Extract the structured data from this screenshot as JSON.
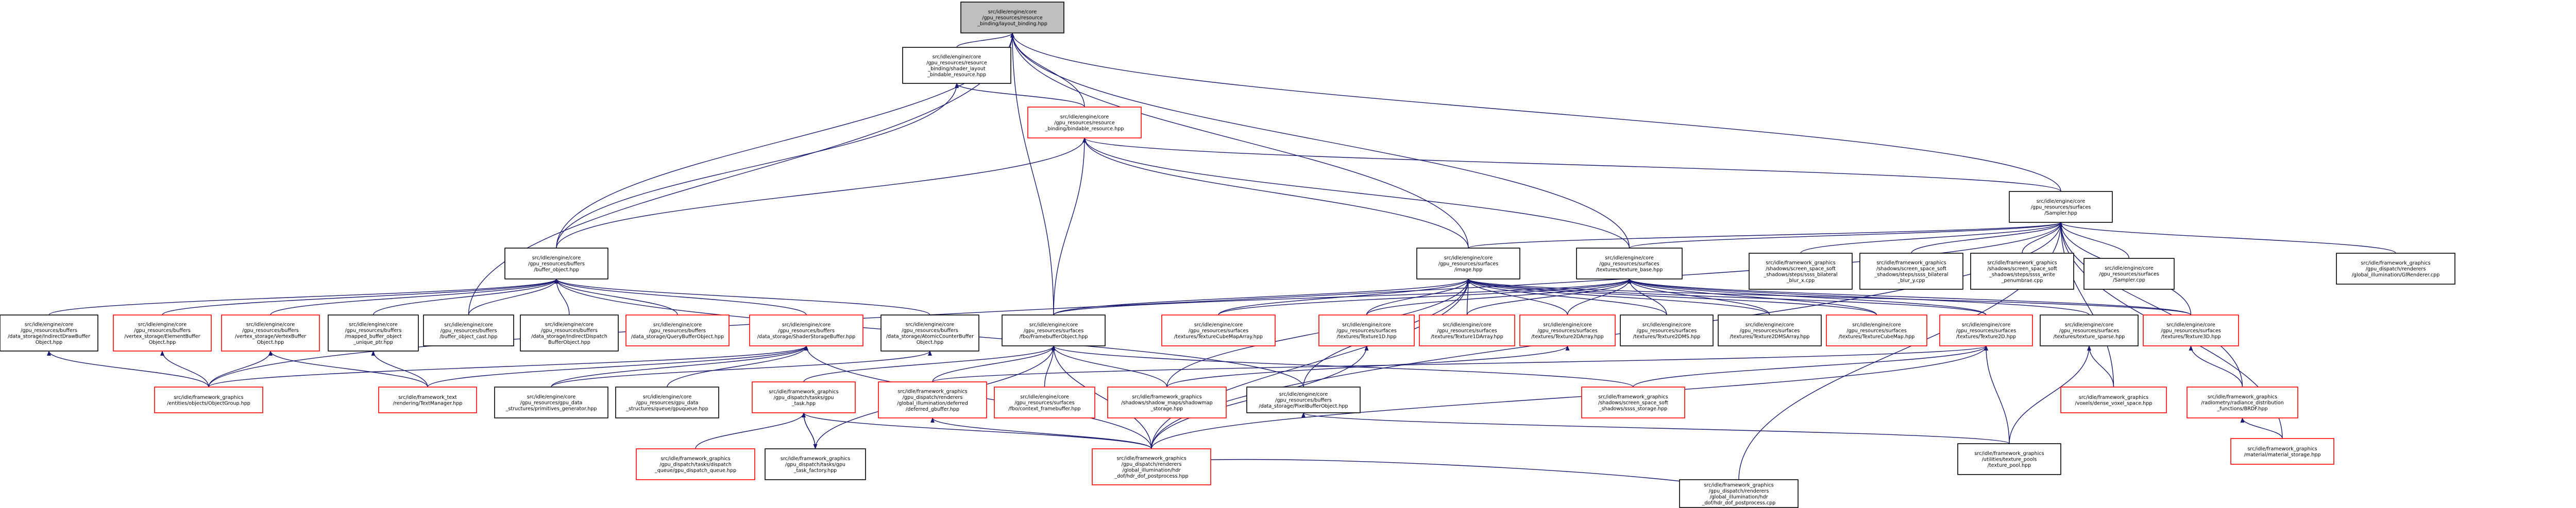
{
  "colors": {
    "edge": "#191970",
    "arrow": "#191970",
    "border_default": "#000000",
    "border_red": "#ff0000",
    "root_fill": "#bfbfbf",
    "node_fill": "#ffffff"
  },
  "nodes": [
    {
      "id": "root",
      "lines": [
        "src/idle/engine/core",
        "/gpu_resources/resource",
        "_binding/layout_binding.hpp"
      ],
      "style": "root"
    },
    {
      "id": "shader_layout",
      "lines": [
        "src/idle/engine/core",
        "/gpu_resources/resource",
        "_binding/shader_layout",
        "_bindable_resource.hpp"
      ],
      "style": "black"
    },
    {
      "id": "bindable",
      "lines": [
        "src/idle/engine/core",
        "/gpu_resources/resource",
        "_binding/bindable_resource.hpp"
      ],
      "style": "red"
    },
    {
      "id": "sampler_hpp",
      "lines": [
        "src/idle/engine/core",
        "/gpu_resources/surfaces",
        "/Sampler.hpp"
      ],
      "style": "black"
    },
    {
      "id": "buffer_object",
      "lines": [
        "src/idle/engine/core",
        "/gpu_resources/buffers",
        "/buffer_object.hpp"
      ],
      "style": "black"
    },
    {
      "id": "image_hpp",
      "lines": [
        "src/idle/engine/core",
        "/gpu_resources/surfaces",
        "/image.hpp"
      ],
      "style": "black"
    },
    {
      "id": "texture_base",
      "lines": [
        "src/idle/engine/core",
        "/gpu_resources/surfaces",
        "/textures/texture_base.hpp"
      ],
      "style": "black"
    },
    {
      "id": "sss_bilat_x",
      "lines": [
        "src/idle/framework_graphics",
        "/shadows/screen_space_soft",
        "_shadows/steps/ssss_bilateral",
        "_blur_x.cpp"
      ],
      "style": "black"
    },
    {
      "id": "sss_bilat_y",
      "lines": [
        "src/idle/framework_graphics",
        "/shadows/screen_space_soft",
        "_shadows/steps/ssss_bilateral",
        "_blur_y.cpp"
      ],
      "style": "black"
    },
    {
      "id": "sss_penumbrae",
      "lines": [
        "src/idle/framework_graphics",
        "/shadows/screen_space_soft",
        "_shadows/steps/ssss_write",
        "_penumbrae.cpp"
      ],
      "style": "black"
    },
    {
      "id": "sampler_cpp",
      "lines": [
        "src/idle/engine/core",
        "/gpu_resources/surfaces",
        "/Sampler.cpp"
      ],
      "style": "black"
    },
    {
      "id": "gi_renderer",
      "lines": [
        "src/idle/framework_graphics",
        "/gpu_dispatch/renderers",
        "/global_illumination/GIRenderer.cpp"
      ],
      "style": "black"
    },
    {
      "id": "indirect_draw",
      "lines": [
        "src/idle/engine/core",
        "/gpu_resources/buffers",
        "/data_storage/IndirectDrawBuffer",
        "Object.hpp"
      ],
      "style": "black"
    },
    {
      "id": "element_buffer",
      "lines": [
        "src/idle/engine/core",
        "/gpu_resources/buffers",
        "/vertex_storage/ElementBuffer",
        "Object.hpp"
      ],
      "style": "red"
    },
    {
      "id": "vertex_buffer",
      "lines": [
        "src/idle/engine/core",
        "/gpu_resources/buffers",
        "/vertex_storage/VertexBuffer",
        "Object.hpp"
      ],
      "style": "red"
    },
    {
      "id": "mapped_buffer",
      "lines": [
        "src/idle/engine/core",
        "/gpu_resources/buffers",
        "/mapped_buffer_object",
        "_unique_ptr.hpp"
      ],
      "style": "black"
    },
    {
      "id": "buffer_cast",
      "lines": [
        "src/idle/engine/core",
        "/gpu_resources/buffers",
        "/buffer_object_cast.hpp"
      ],
      "style": "black"
    },
    {
      "id": "indirect_dispatch",
      "lines": [
        "src/idle/engine/core",
        "/gpu_resources/buffers",
        "/data_storage/IndirectDispatch",
        "BufferObject.hpp"
      ],
      "style": "black"
    },
    {
      "id": "query_buffer",
      "lines": [
        "src/idle/engine/core",
        "/gpu_resources/buffers",
        "/data_storage/QueryBufferObject.hpp"
      ],
      "style": "red"
    },
    {
      "id": "shader_storage",
      "lines": [
        "src/idle/engine/core",
        "/gpu_resources/buffers",
        "/data_storage/ShaderStorageBuffer.hpp"
      ],
      "style": "red"
    },
    {
      "id": "atomic_counter",
      "lines": [
        "src/idle/engine/core",
        "/gpu_resources/buffers",
        "/data_storage/AtomicCounterBuffer",
        "Object.hpp"
      ],
      "style": "black"
    },
    {
      "id": "framebuffer",
      "lines": [
        "src/idle/engine/core",
        "/gpu_resources/surfaces",
        "/fbo/FramebufferObject.hpp"
      ],
      "style": "black"
    },
    {
      "id": "tex_cubemap_array",
      "lines": [
        "src/idle/engine/core",
        "/gpu_resources/surfaces",
        "/textures/TextureCubeMapArray.hpp"
      ],
      "style": "red"
    },
    {
      "id": "tex_1d",
      "lines": [
        "src/idle/engine/core",
        "/gpu_resources/surfaces",
        "/textures/Texture1D.hpp"
      ],
      "style": "red"
    },
    {
      "id": "tex_1d_array",
      "lines": [
        "src/idle/engine/core",
        "/gpu_resources/surfaces",
        "/textures/Texture1DArray.hpp"
      ],
      "style": "red"
    },
    {
      "id": "tex_2d_array",
      "lines": [
        "src/idle/engine/core",
        "/gpu_resources/surfaces",
        "/textures/Texture2DArray.hpp"
      ],
      "style": "red"
    },
    {
      "id": "tex_2dms",
      "lines": [
        "src/idle/engine/core",
        "/gpu_resources/surfaces",
        "/textures/Texture2DMS.hpp"
      ],
      "style": "black"
    },
    {
      "id": "tex_2dms_array",
      "lines": [
        "src/idle/engine/core",
        "/gpu_resources/surfaces",
        "/textures/Texture2DMSArray.hpp"
      ],
      "style": "black"
    },
    {
      "id": "tex_cubemap",
      "lines": [
        "src/idle/engine/core",
        "/gpu_resources/surfaces",
        "/textures/TextureCubeMap.hpp"
      ],
      "style": "red"
    },
    {
      "id": "tex_2d",
      "lines": [
        "src/idle/engine/core",
        "/gpu_resources/surfaces",
        "/textures/Texture2D.hpp"
      ],
      "style": "red"
    },
    {
      "id": "tex_sparse",
      "lines": [
        "src/idle/engine/core",
        "/gpu_resources/surfaces",
        "/textures/texture_sparse.hpp"
      ],
      "style": "black"
    },
    {
      "id": "tex_3d",
      "lines": [
        "src/idle/engine/core",
        "/gpu_resources/surfaces",
        "/textures/Texture3D.hpp"
      ],
      "style": "red"
    },
    {
      "id": "object_group",
      "lines": [
        "src/idle/framework_graphics",
        "/entities/objects/ObjectGroup.hpp"
      ],
      "style": "red"
    },
    {
      "id": "text_manager",
      "lines": [
        "src/idle/framework_text",
        "/rendering/TextManager.hpp"
      ],
      "style": "red"
    },
    {
      "id": "prims_gen",
      "lines": [
        "src/idle/engine/core",
        "/gpu_resources/gpu_data",
        "_structures/primitives_generator.hpp"
      ],
      "style": "black"
    },
    {
      "id": "gpu_queue",
      "lines": [
        "src/idle/engine/core",
        "/gpu_resources/gpu_data",
        "_structures/queue/gpuqueue.hpp"
      ],
      "style": "black"
    },
    {
      "id": "gpu_task",
      "lines": [
        "src/idle/framework_graphics",
        "/gpu_dispatch/tasks/gpu",
        "_task.hpp"
      ],
      "style": "red"
    },
    {
      "id": "deferred_gbuffer",
      "lines": [
        "src/idle/framework_graphics",
        "/gpu_dispatch/renderers",
        "/global_illumination/deferred",
        "/deferred_gbuffer.hpp"
      ],
      "style": "red"
    },
    {
      "id": "context_fb",
      "lines": [
        "src/idle/engine/core",
        "/gpu_resources/surfaces",
        "/fbo/context_framebuffer.hpp"
      ],
      "style": "red"
    },
    {
      "id": "shadowmap",
      "lines": [
        "src/idle/framework_graphics",
        "/shadows/shadow_maps/shadowmap",
        "_storage.hpp"
      ],
      "style": "red"
    },
    {
      "id": "pixel_buffer",
      "lines": [
        "src/idle/engine/core",
        "/gpu_resources/buffers",
        "/data_storage/PixelBufferObject.hpp"
      ],
      "style": "black"
    },
    {
      "id": "ssss_storage",
      "lines": [
        "src/idle/framework_graphics",
        "/shadows/screen_space_soft",
        "_shadows/ssss_storage.hpp"
      ],
      "style": "red"
    },
    {
      "id": "voxel_space",
      "lines": [
        "src/idle/framework_graphics",
        "/voxels/dense_voxel_space.hpp"
      ],
      "style": "red"
    },
    {
      "id": "brdf",
      "lines": [
        "src/idle/framework_graphics",
        "/radiometry/radiance_distribution",
        "_functions/BRDF.hpp"
      ],
      "style": "red"
    },
    {
      "id": "material_storage",
      "lines": [
        "src/idle/framework_graphics",
        "/material/material_storage.hpp"
      ],
      "style": "red"
    },
    {
      "id": "dispatch_queue",
      "lines": [
        "src/idle/framework_graphics",
        "/gpu_dispatch/tasks/dispatch",
        "_queue/gpu_dispatch_queue.hpp"
      ],
      "style": "red"
    },
    {
      "id": "task_factory",
      "lines": [
        "src/idle/framework_graphics",
        "/gpu_dispatch/tasks/gpu",
        "_task_factory.hpp"
      ],
      "style": "black"
    },
    {
      "id": "dof_hpp",
      "lines": [
        "src/idle/framework_graphics",
        "/gpu_dispatch/renderers",
        "/global_illumination/hdr",
        "_dof/hdr_dof_postprocess.hpp"
      ],
      "style": "red"
    },
    {
      "id": "texture_pool",
      "lines": [
        "src/idle/framework_graphics",
        "/utilities/texture_pools",
        "/texture_pool.hpp"
      ],
      "style": "black"
    },
    {
      "id": "dof_cpp",
      "lines": [
        "src/idle/framework_graphics",
        "/gpu_dispatch/renderers",
        "/global_illumination/hdr",
        "_dof/hdr_dof_postprocess.cpp"
      ],
      "style": "black"
    }
  ],
  "edges": [
    [
      "shader_layout",
      "root"
    ],
    [
      "bindable",
      "root"
    ],
    [
      "sampler_hpp",
      "root"
    ],
    [
      "buffer_object",
      "root"
    ],
    [
      "image_hpp",
      "root"
    ],
    [
      "texture_base",
      "root"
    ],
    [
      "framebuffer",
      "root"
    ],
    [
      "buffer_cast",
      "root"
    ],
    [
      "bindable",
      "shader_layout"
    ],
    [
      "buffer_object",
      "shader_layout"
    ],
    [
      "buffer_object",
      "bindable"
    ],
    [
      "image_hpp",
      "bindable"
    ],
    [
      "texture_base",
      "bindable"
    ],
    [
      "framebuffer",
      "bindable"
    ],
    [
      "sampler_hpp",
      "bindable"
    ],
    [
      "sss_bilat_x",
      "sampler_hpp"
    ],
    [
      "sss_bilat_y",
      "sampler_hpp"
    ],
    [
      "sss_penumbrae",
      "sampler_hpp"
    ],
    [
      "sampler_cpp",
      "sampler_hpp"
    ],
    [
      "gi_renderer",
      "sampler_hpp"
    ],
    [
      "texture_base",
      "sampler_hpp"
    ],
    [
      "image_hpp",
      "sampler_hpp"
    ],
    [
      "tex_3d",
      "sampler_hpp"
    ],
    [
      "voxel_space",
      "sampler_hpp"
    ],
    [
      "brdf",
      "sampler_hpp"
    ],
    [
      "material_storage",
      "sampler_hpp"
    ],
    [
      "dof_cpp",
      "sampler_hpp"
    ],
    [
      "dof_hpp",
      "sampler_hpp"
    ],
    [
      "object_group",
      "sampler_hpp"
    ],
    [
      "indirect_draw",
      "buffer_object"
    ],
    [
      "element_buffer",
      "buffer_object"
    ],
    [
      "vertex_buffer",
      "buffer_object"
    ],
    [
      "mapped_buffer",
      "buffer_object"
    ],
    [
      "buffer_cast",
      "buffer_object"
    ],
    [
      "indirect_dispatch",
      "buffer_object"
    ],
    [
      "query_buffer",
      "buffer_object"
    ],
    [
      "shader_storage",
      "buffer_object"
    ],
    [
      "atomic_counter",
      "buffer_object"
    ],
    [
      "pixel_buffer",
      "buffer_object"
    ],
    [
      "framebuffer",
      "image_hpp"
    ],
    [
      "tex_cubemap_array",
      "image_hpp"
    ],
    [
      "tex_1d",
      "image_hpp"
    ],
    [
      "tex_1d_array",
      "image_hpp"
    ],
    [
      "tex_2d_array",
      "image_hpp"
    ],
    [
      "tex_2dms",
      "image_hpp"
    ],
    [
      "tex_2dms_array",
      "image_hpp"
    ],
    [
      "tex_cubemap",
      "image_hpp"
    ],
    [
      "tex_2d",
      "image_hpp"
    ],
    [
      "tex_3d",
      "image_hpp"
    ],
    [
      "pixel_buffer",
      "image_hpp"
    ],
    [
      "shadowmap",
      "image_hpp"
    ],
    [
      "dof_hpp",
      "image_hpp"
    ],
    [
      "framebuffer",
      "texture_base"
    ],
    [
      "tex_cubemap_array",
      "texture_base"
    ],
    [
      "tex_1d",
      "texture_base"
    ],
    [
      "tex_1d_array",
      "texture_base"
    ],
    [
      "tex_2d_array",
      "texture_base"
    ],
    [
      "tex_2dms",
      "texture_base"
    ],
    [
      "tex_2dms_array",
      "texture_base"
    ],
    [
      "tex_cubemap",
      "texture_base"
    ],
    [
      "tex_2d",
      "texture_base"
    ],
    [
      "tex_sparse",
      "texture_base"
    ],
    [
      "tex_3d",
      "texture_base"
    ],
    [
      "object_group",
      "indirect_draw"
    ],
    [
      "object_group",
      "element_buffer"
    ],
    [
      "object_group",
      "vertex_buffer"
    ],
    [
      "text_manager",
      "vertex_buffer"
    ],
    [
      "text_manager",
      "mapped_buffer"
    ],
    [
      "object_group",
      "shader_storage"
    ],
    [
      "prims_gen",
      "shader_storage"
    ],
    [
      "gpu_queue",
      "shader_storage"
    ],
    [
      "dof_hpp",
      "shader_storage"
    ],
    [
      "text_manager",
      "shader_storage"
    ],
    [
      "prims_gen",
      "atomic_counter"
    ],
    [
      "gpu_task",
      "framebuffer"
    ],
    [
      "deferred_gbuffer",
      "framebuffer"
    ],
    [
      "context_fb",
      "framebuffer"
    ],
    [
      "shadowmap",
      "framebuffer"
    ],
    [
      "dof_hpp",
      "framebuffer"
    ],
    [
      "ssss_storage",
      "framebuffer"
    ],
    [
      "task_factory",
      "framebuffer"
    ],
    [
      "shadowmap",
      "tex_2d_array"
    ],
    [
      "ssss_storage",
      "tex_2d"
    ],
    [
      "dof_hpp",
      "tex_2d"
    ],
    [
      "deferred_gbuffer",
      "tex_2d"
    ],
    [
      "texture_pool",
      "tex_2d"
    ],
    [
      "texture_pool",
      "tex_sparse"
    ],
    [
      "voxel_space",
      "tex_sparse"
    ],
    [
      "dof_hpp",
      "tex_1d"
    ],
    [
      "brdf",
      "tex_3d"
    ],
    [
      "material_storage",
      "brdf"
    ],
    [
      "dispatch_queue",
      "gpu_task"
    ],
    [
      "task_factory",
      "gpu_task"
    ],
    [
      "dof_hpp",
      "gpu_task"
    ],
    [
      "gpu_task",
      "task_factory"
    ],
    [
      "dof_hpp",
      "deferred_gbuffer"
    ],
    [
      "texture_pool",
      "pixel_buffer"
    ],
    [
      "dof_cpp",
      "dof_hpp"
    ]
  ]
}
